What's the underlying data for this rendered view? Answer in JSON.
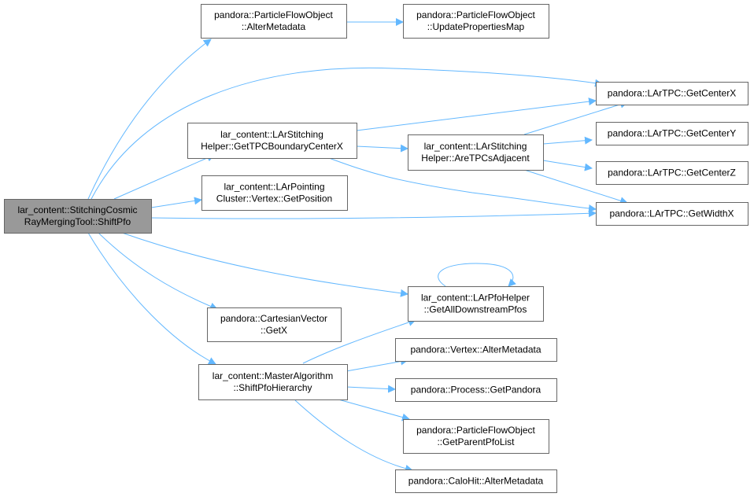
{
  "colors": {
    "edge": "#63b8ff",
    "node_border": "#666666",
    "node_fill": "#ffffff",
    "root_fill": "#999999",
    "text": "#000000"
  },
  "nodes": {
    "root": [
      "lar_content::StitchingCosmic",
      "RayMergingTool::ShiftPfo"
    ],
    "alter_meta_pfo": [
      "pandora::ParticleFlowObject",
      "::AlterMetadata"
    ],
    "update_props": [
      "pandora::ParticleFlowObject",
      "::UpdatePropertiesMap"
    ],
    "get_center_x": [
      "pandora::LArTPC::GetCenterX"
    ],
    "get_tpc_boundary": [
      "lar_content::LArStitching",
      "Helper::GetTPCBoundaryCenterX"
    ],
    "are_tpcs_adjacent": [
      "lar_content::LArStitching",
      "Helper::AreTPCsAdjacent"
    ],
    "get_center_y": [
      "pandora::LArTPC::GetCenterY"
    ],
    "get_center_z": [
      "pandora::LArTPC::GetCenterZ"
    ],
    "get_position": [
      "lar_content::LArPointing",
      "Cluster::Vertex::GetPosition"
    ],
    "get_width_x": [
      "pandora::LArTPC::GetWidthX"
    ],
    "get_all_downstream": [
      "lar_content::LArPfoHelper",
      "::GetAllDownstreamPfos"
    ],
    "cartesian_getx": [
      "pandora::CartesianVector",
      "::GetX"
    ],
    "vertex_alter_meta": [
      "pandora::Vertex::AlterMetadata"
    ],
    "shift_pfo_hierarchy": [
      "lar_content::MasterAlgorithm",
      "::ShiftPfoHierarchy"
    ],
    "process_get_pandora": [
      "pandora::Process::GetPandora"
    ],
    "get_parent_pfo_list": [
      "pandora::ParticleFlowObject",
      "::GetParentPfoList"
    ],
    "calohit_alter_meta": [
      "pandora::CaloHit::AlterMetadata"
    ]
  }
}
